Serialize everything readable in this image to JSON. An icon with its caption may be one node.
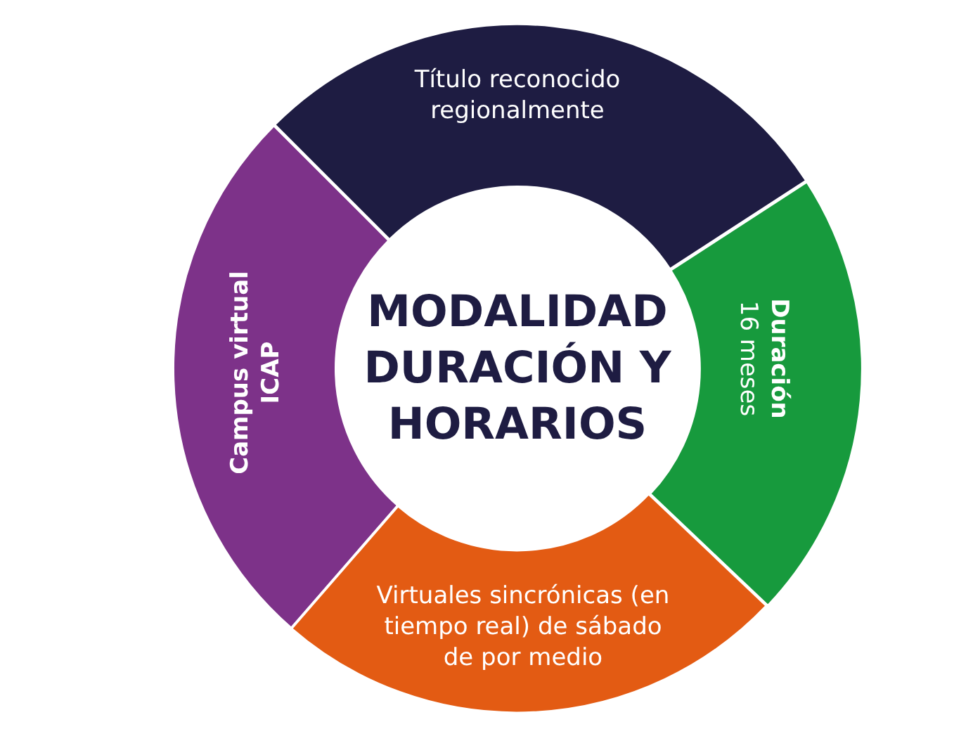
{
  "diagram": {
    "nodes": [
      {
        "text": [
          "Título reconocido regionalmente"
        ]
      },
      {
        "text": [
          "Campus virtual ICAP"
        ]
      },
      {
        "text": [
          "MODALIDAD DURACIÓN Y HORARIOS"
        ]
      },
      {
        "text": [
          "Duración",
          "16 meses"
        ]
      },
      {
        "text": [
          "Virtuales sincrónicas (en tiempo real) de sábado de por medio"
        ]
      }
    ]
  }
}
